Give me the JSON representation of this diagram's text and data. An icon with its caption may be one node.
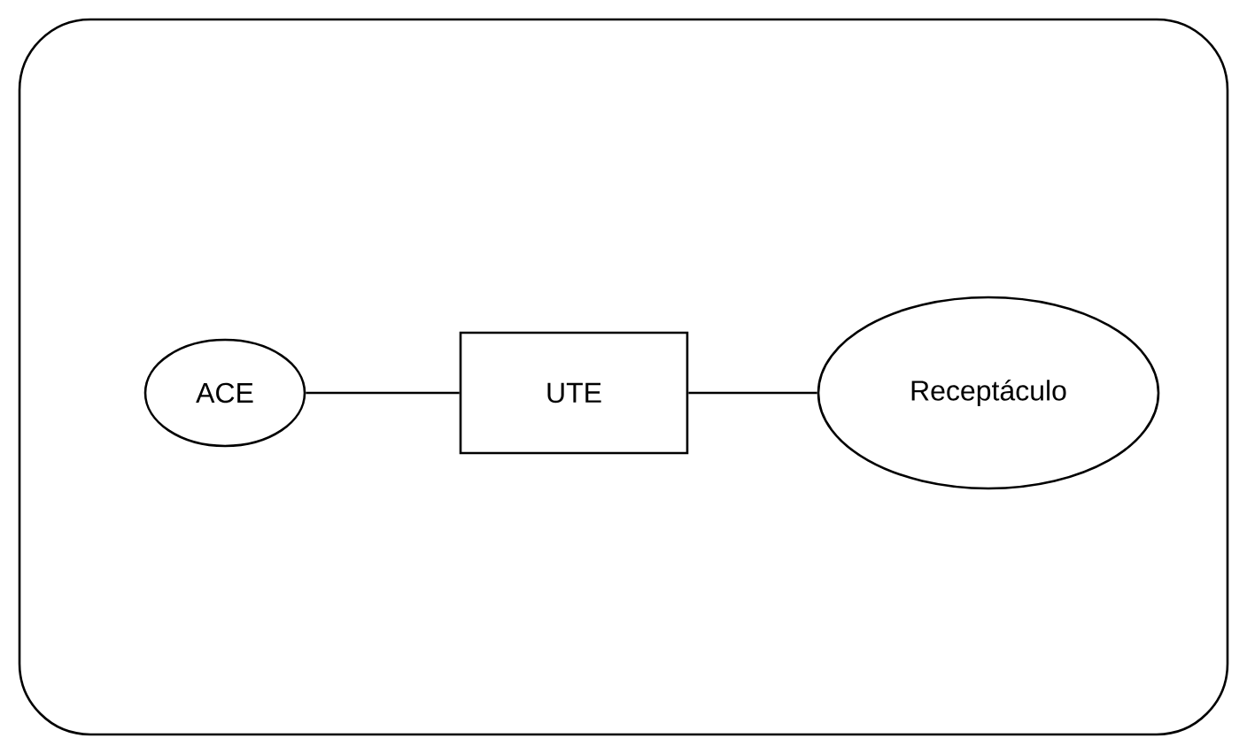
{
  "diagram": {
    "nodes": [
      {
        "text": [],
        "shape": "box"
      },
      {
        "text": [
          "ACE"
        ],
        "in": 0
      },
      {
        "text": [
          "UTE"
        ],
        "in": 0
      },
      {
        "text": [
          "Receptáculo"
        ],
        "in": 0
      }
    ],
    "edges": [
      {
        "from": 1,
        "to": 2,
        "arrow": "none"
      },
      {
        "from": 2,
        "to": 3,
        "arrow": "none"
      }
    ]
  }
}
